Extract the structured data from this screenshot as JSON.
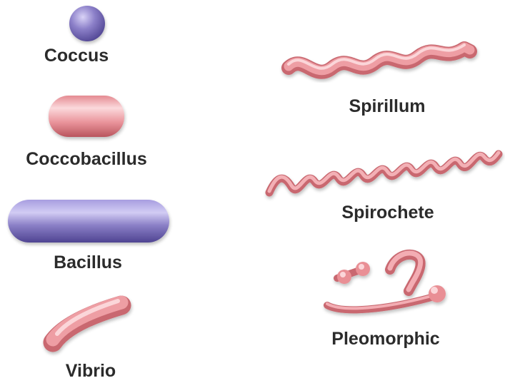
{
  "labels": {
    "coccus": "Coccus",
    "coccobacillus": "Coccobacillus",
    "bacillus": "Bacillus",
    "vibrio": "Vibrio",
    "spirillum": "Spirillum",
    "spirochete": "Spirochete",
    "pleomorphic": "Pleomorphic"
  },
  "colors": {
    "purple_fill": "#8a7fc6",
    "purple_dark": "#5b4f9a",
    "purple_light": "#c9c2ef",
    "pink_fill": "#e98f95",
    "pink_dark": "#c8646c",
    "pink_light": "#f8cfd2",
    "label_text": "#2b2b2b"
  }
}
